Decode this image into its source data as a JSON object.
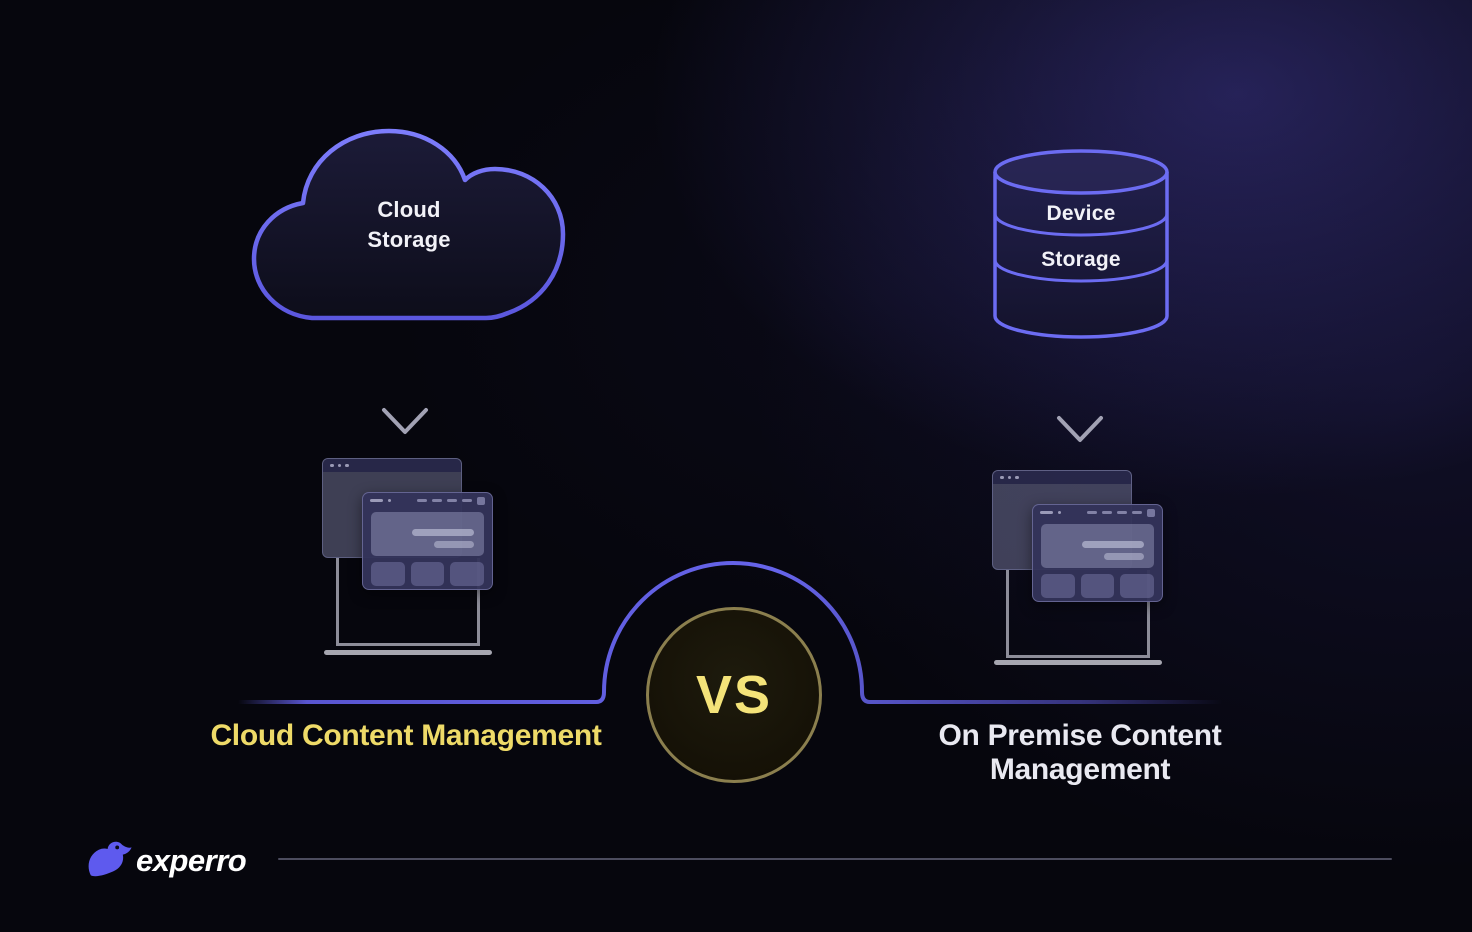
{
  "brand": {
    "name": "experro"
  },
  "versus": {
    "label": "VS"
  },
  "left": {
    "source_label": {
      "line1": "Cloud",
      "line2": "Storage"
    },
    "caption": "Cloud Content Management"
  },
  "right": {
    "source_label": {
      "line1": "Device",
      "line2": "Storage"
    },
    "caption": "On Premise Content Management"
  },
  "icons": {
    "cloud": "cloud-icon",
    "database": "database-icon",
    "arrow_down": "arrow-down-icon",
    "monitor_window": "monitor-window-icon",
    "bird_logo": "bird-logo-icon"
  },
  "colors": {
    "accent_purple": "#6c6cf2",
    "accent_yellow": "#f4e379",
    "vs_ring": "#8b7f4e",
    "caption_yellow": "#eeda68",
    "caption_white": "#e9e9f1",
    "divider_gray": "#4c4c5e",
    "background": "#06060d",
    "glow_purple": "#4840a8"
  }
}
